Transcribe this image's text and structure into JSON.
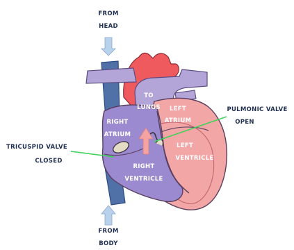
{
  "labels": {
    "from_head_1": "FROM",
    "from_head_2": "HEAD",
    "from_body_1": "FROM",
    "from_body_2": "BODY",
    "to_lungs_1": "TO",
    "to_lungs_2": "LUNGS",
    "right_atrium_1": "RIGHT",
    "right_atrium_2": "ATRIUM",
    "right_ventricle_1": "RIGHT",
    "right_ventricle_2": "VENTRICLE",
    "left_atrium_1": "LEFT",
    "left_atrium_2": "ATRIUM",
    "left_ventricle_1": "LEFT",
    "left_ventricle_2": "VENTRICLE",
    "pulmonic_valve_1": "PULMONIC VALVE",
    "pulmonic_valve_2": "OPEN",
    "tricuspid_valve_1": "TRICUSPID VALVE",
    "tricuspid_valve_2": "CLOSED"
  },
  "colors": {
    "vena_cava": "#4f71a8",
    "vena_cava_outline": "#2c4a7e",
    "aorta": "#ef5a5f",
    "pulmonary_artery": "#b4a5d8",
    "right_heart": "#9c8ad0",
    "left_heart": "#f3a6a6",
    "heart_outline": "#5a3e5e",
    "pointer_line": "#3fd15a",
    "flow_arrow_blue": "#b9d2ec",
    "flow_arrow_pink": "#f4a3a3",
    "label_dark": "#1f2f52",
    "label_light": "#ffffff"
  }
}
